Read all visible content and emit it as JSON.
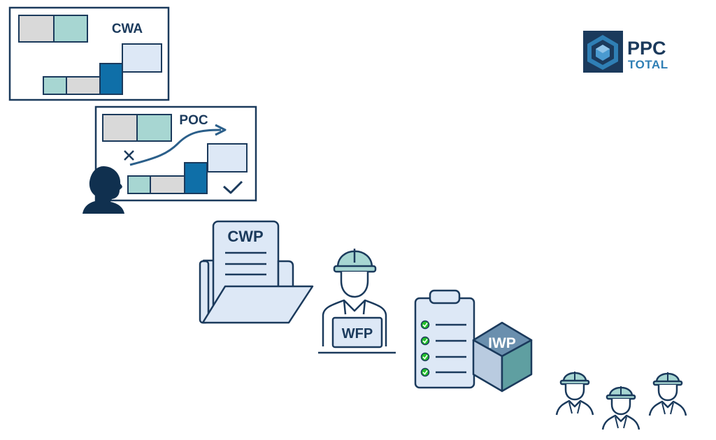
{
  "brand": {
    "name_line1": "PPC",
    "name_line2": "TOTAL",
    "icon": "hexagon-cube-logo-icon",
    "colors": {
      "primary": "#1b3a5c",
      "accent": "#2f7fb5"
    }
  },
  "stages": {
    "cwa": {
      "label": "CWA",
      "icon": "schedule-blocks-icon"
    },
    "poc": {
      "label": "POC",
      "icon": "schedule-path-icon"
    },
    "cwp": {
      "label": "CWP",
      "icon": "document-folder-icon"
    },
    "wfp": {
      "label": "WFP",
      "icon": "worker-laptop-icon"
    },
    "iwp": {
      "label": "IWP",
      "icon": "checklist-cube-icon"
    },
    "crew": {
      "icon": "worker-crew-icon"
    }
  },
  "colors": {
    "navy": "#1b3a5c",
    "blue": "#0f6fa8",
    "teal": "#a7d6d2",
    "grey": "#d9d9d9",
    "pale_blue": "#dde8f6",
    "check_green": "#22c02a"
  }
}
